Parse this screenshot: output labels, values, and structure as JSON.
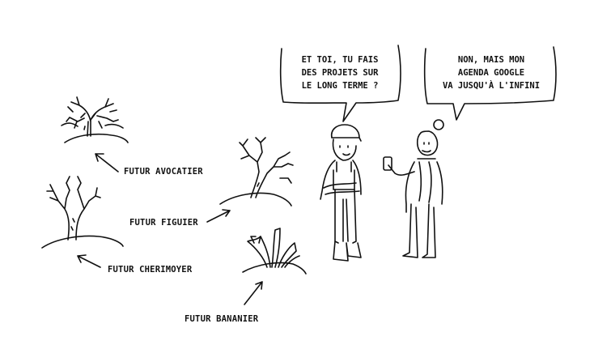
{
  "labels": {
    "avocatier": "FUTUR AVOCATIER",
    "figuier": "FUTUR FIGUIER",
    "cherimoyer": "FUTUR CHERIMOYER",
    "bananier": "FUTUR BANANIER"
  },
  "bubbles": {
    "left": [
      "ET TOI, TU FAIS",
      "DES PROJETS SUR",
      "LE LONG TERME ?"
    ],
    "right": [
      "NON, MAIS MON",
      "AGENDA GOOGLE",
      "VA JUSQU'À L'INFINI"
    ]
  },
  "colors": {
    "ink": "#111111",
    "background": "#ffffff"
  }
}
